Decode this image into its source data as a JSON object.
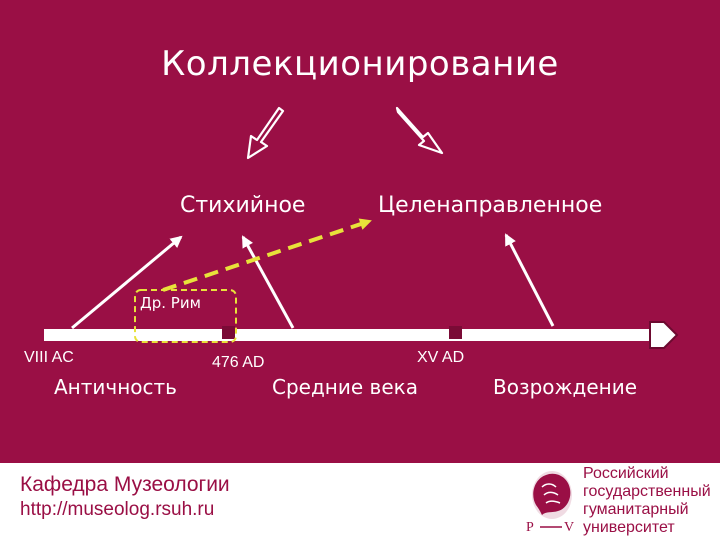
{
  "slide": {
    "title": "Коллекционирование",
    "branches": {
      "left": "Стихийное",
      "right": "Целенаправленное"
    },
    "highlight_label": "Др. Рим",
    "timeline": {
      "ticks": [
        "VIII AC",
        "476 AD",
        "XV AD"
      ],
      "eras": [
        "Античность",
        "Средние века",
        "Возрождение"
      ]
    }
  },
  "footer": {
    "department": "Кафедра Музеологии",
    "url": "http://museolog.rsuh.ru",
    "university_lines": [
      "Российский",
      "государственный",
      "гуманитарный",
      "университет"
    ]
  },
  "colors": {
    "background": "#9a0f45",
    "accent_dashed": "#e8e23a",
    "text": "#ffffff"
  }
}
